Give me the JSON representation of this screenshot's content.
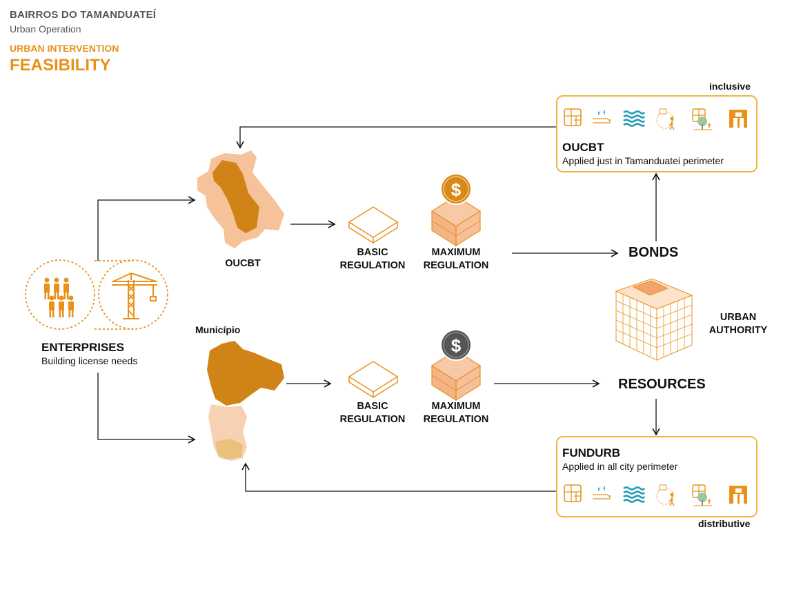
{
  "header": {
    "title": "BAIRROS DO TAMANDUATEÍ",
    "subtitle": "Urban Operation",
    "section": "URBAN INTERVENTION",
    "heading": "FEASIBILITY"
  },
  "enterprises": {
    "title": "ENTERPRISES",
    "subtitle": "Building license needs"
  },
  "upper": {
    "map_label": "OUCBT",
    "basic": "BASIC\nREGULATION",
    "maximum": "MAXIMUM\nREGULATION",
    "result": "BONDS"
  },
  "lower": {
    "map_label": "Município",
    "basic": "BASIC\nREGULATION",
    "maximum": "MAXIMUM\nREGULATION",
    "result": "RESOURCES"
  },
  "authority": "URBAN\nAUTHORITY",
  "box_top": {
    "tag": "inclusive",
    "title": "OUCBT",
    "subtitle": "Applied just in Tamanduatei perimeter"
  },
  "box_bottom": {
    "tag": "distributive",
    "title": "FUNDURB",
    "subtitle": "Applied in all city perimeter"
  },
  "icons": [
    "housing-icon",
    "drainage-icon",
    "water-icon",
    "mobility-icon",
    "green-area-icon",
    "heritage-icon"
  ],
  "colors": {
    "accent": "#e8921a",
    "dark_orange": "#d08418",
    "light_orange": "#f6c29a",
    "box_border": "#f2b544",
    "coin_gray": "#555555"
  }
}
